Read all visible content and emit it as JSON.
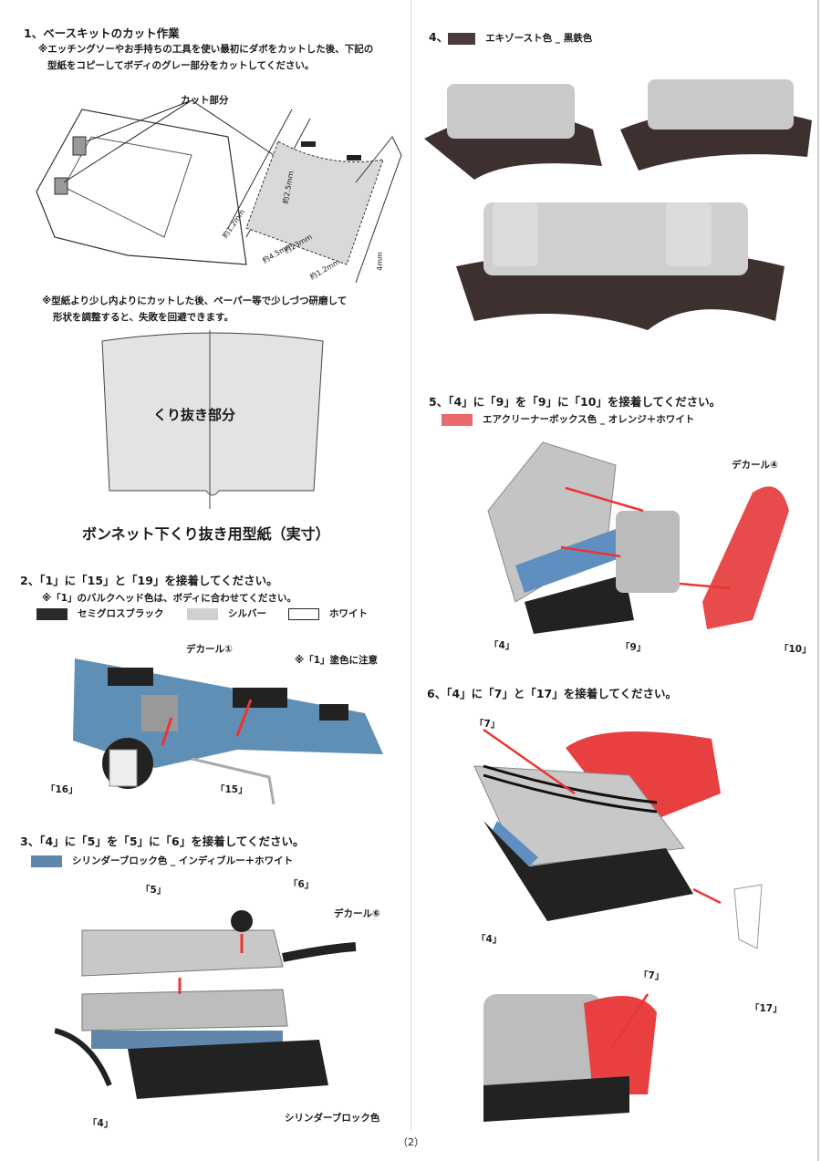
{
  "step1": {
    "title": "1、ベースキットのカット作業",
    "note1": "※エッチングソーやお手持ちの工具を使い最初にダボをカットした後、下記の",
    "note2": "型紙をコピーしてボディのグレー部分をカットしてください。",
    "cut_label": "カット部分",
    "dims": [
      "約1.2mm",
      "約2.5mm",
      "約4.5mm",
      "約23mm",
      "約1.2mm",
      "4mm"
    ],
    "tip1": "※型紙より少し内よりにカットした後、ペーパー等で少しづつ研磨して",
    "tip2": "形状を調整すると、失敗を回避できます。",
    "template_label": "くり抜き部分",
    "template_caption": "ボンネット下くり抜き用型紙（実寸）"
  },
  "step2": {
    "title": "2、「1」に「15」と「19」を接着してください。",
    "note": "※「1」のバルクヘッド色は、ボディに合わせてください。",
    "colors": [
      {
        "label": "セミグロスブラック",
        "hex": "#2a2a2a"
      },
      {
        "label": "シルバー",
        "hex": "#d0d0d0"
      },
      {
        "label": "ホワイト",
        "hex": "#ffffff"
      }
    ],
    "decal": "デカール①",
    "caution": "※「1」塗色に注意",
    "part16": "「16」",
    "part15": "「15」"
  },
  "step3": {
    "title": "3、「4」に「5」を「5」に「6」を接着してください。",
    "color_label": "シリンダーブロック色 _ インディブルー＋ホワイト",
    "color_hex": "#5f87ab",
    "part5": "「5」",
    "part6": "「6」",
    "decal": "デカール⑥",
    "part4": "「4」",
    "block_label": "シリンダーブロック色"
  },
  "step4": {
    "title": "4、",
    "color_label": "エキゾースト色 _ 黒鉄色",
    "color_hex": "#4a3a3a"
  },
  "step5": {
    "title": "5、「4」に「9」を「9」に「10」を接着してください。",
    "color_label": "エアクリーナーボックス色 _ オレンジ＋ホワイト",
    "color_hex": "#e86a6a",
    "decal": "デカール④",
    "part4": "「4」",
    "part9": "「9」",
    "part10": "「10」"
  },
  "step6": {
    "title": "6、「4」に「7」と「17」を接着してください。",
    "part7a": "「7」",
    "part4": "「4」",
    "part17": "「17」",
    "part7b": "「7」"
  },
  "page_number": "（2）"
}
